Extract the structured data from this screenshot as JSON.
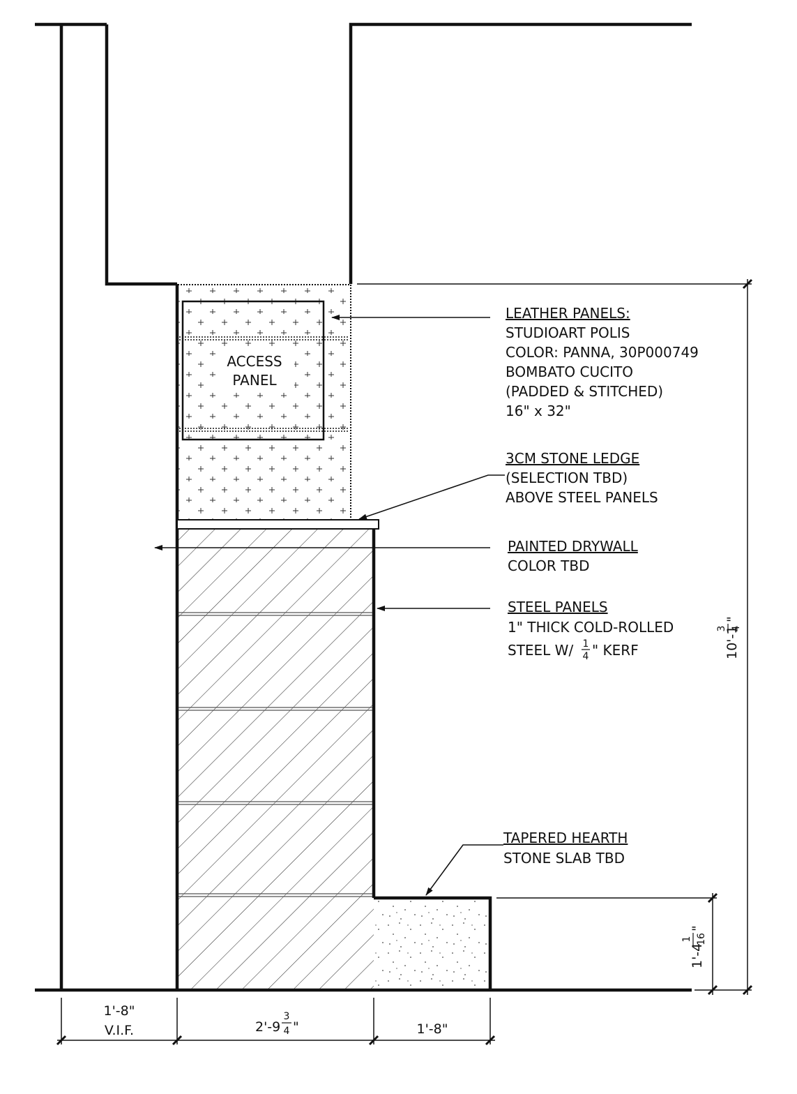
{
  "colors": {
    "ink": "#111111",
    "paper": "#ffffff"
  },
  "callouts": {
    "leather": {
      "title": "LEATHER PANELS:",
      "lines": [
        "STUDIOART POLIS",
        "COLOR: PANNA, 30P000749",
        "BOMBATO CUCITO",
        "(PADDED & STITCHED)",
        "16\" x 32\""
      ]
    },
    "stone_ledge": {
      "title": "3CM STONE LEDGE",
      "lines": [
        "(SELECTION TBD)",
        "ABOVE STEEL PANELS"
      ]
    },
    "drywall": {
      "title": "PAINTED DRYWALL",
      "lines": [
        "COLOR TBD"
      ]
    },
    "steel": {
      "title": "STEEL PANELS",
      "line1": "1\" THICK COLD-ROLLED",
      "line2_prefix": "STEEL W/ ",
      "line2_frac_num": "1",
      "line2_frac_den": "4",
      "line2_suffix": "\" KERF"
    },
    "hearth": {
      "title": "TAPERED HEARTH",
      "lines": [
        "STONE SLAB TBD"
      ]
    }
  },
  "access_panel": {
    "line1": "ACCESS",
    "line2": "PANEL"
  },
  "dimensions": {
    "bottom_left": {
      "line1": "1'-8\"",
      "line2": "V.I.F."
    },
    "bottom_mid": {
      "whole": "2'-9",
      "num": "3",
      "den": "4",
      "suffix": "\""
    },
    "bottom_right": {
      "text": "1'-8\""
    },
    "right_tall": {
      "whole": "10'-1",
      "num": "3",
      "den": "4",
      "suffix": "\""
    },
    "right_short": {
      "whole": "1'-4",
      "num": "1",
      "den": "16",
      "suffix": "\""
    }
  }
}
